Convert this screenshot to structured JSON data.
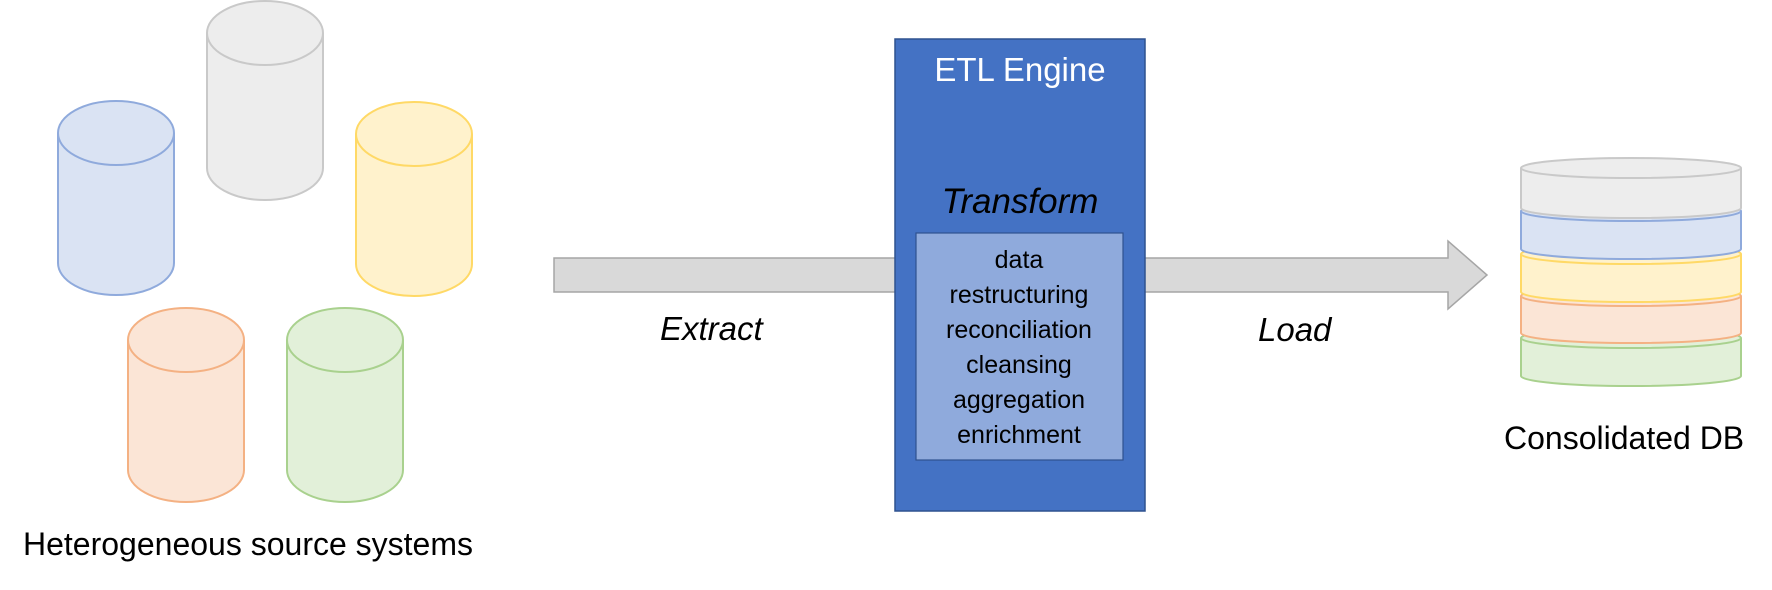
{
  "sources": {
    "label": "Heterogeneous source systems",
    "databases": [
      {
        "color": "light-blue",
        "fill": "#dae3f3",
        "stroke": "#8faadc"
      },
      {
        "color": "light-gray",
        "fill": "#ededed",
        "stroke": "#c9c9c9"
      },
      {
        "color": "light-yellow",
        "fill": "#fff2cc",
        "stroke": "#ffd966"
      },
      {
        "color": "light-orange",
        "fill": "#fbe5d6",
        "stroke": "#f4b183"
      },
      {
        "color": "light-green",
        "fill": "#e2f0d9",
        "stroke": "#a9d18e"
      }
    ]
  },
  "flow": {
    "extract_label": "Extract",
    "load_label": "Load",
    "arrow_fill": "#d9d9d9",
    "arrow_stroke": "#a6a6a6"
  },
  "engine": {
    "title": "ETL Engine",
    "fill": "#4472c4",
    "stroke": "#2f528f",
    "transform": {
      "title": "Transform",
      "fill": "#8faadc",
      "steps": [
        "data",
        "restructuring",
        "reconciliation",
        "cleansing",
        "aggregation",
        "enrichment"
      ]
    }
  },
  "target": {
    "label": "Consolidated DB",
    "layers": [
      {
        "color": "light-green",
        "fill": "#e2f0d9",
        "stroke": "#a9d18e"
      },
      {
        "color": "light-orange",
        "fill": "#fbe5d6",
        "stroke": "#f4b183"
      },
      {
        "color": "light-yellow",
        "fill": "#fff2cc",
        "stroke": "#ffd966"
      },
      {
        "color": "light-blue",
        "fill": "#dae3f3",
        "stroke": "#8faadc"
      },
      {
        "color": "light-gray",
        "fill": "#ededed",
        "stroke": "#c9c9c9"
      }
    ]
  }
}
